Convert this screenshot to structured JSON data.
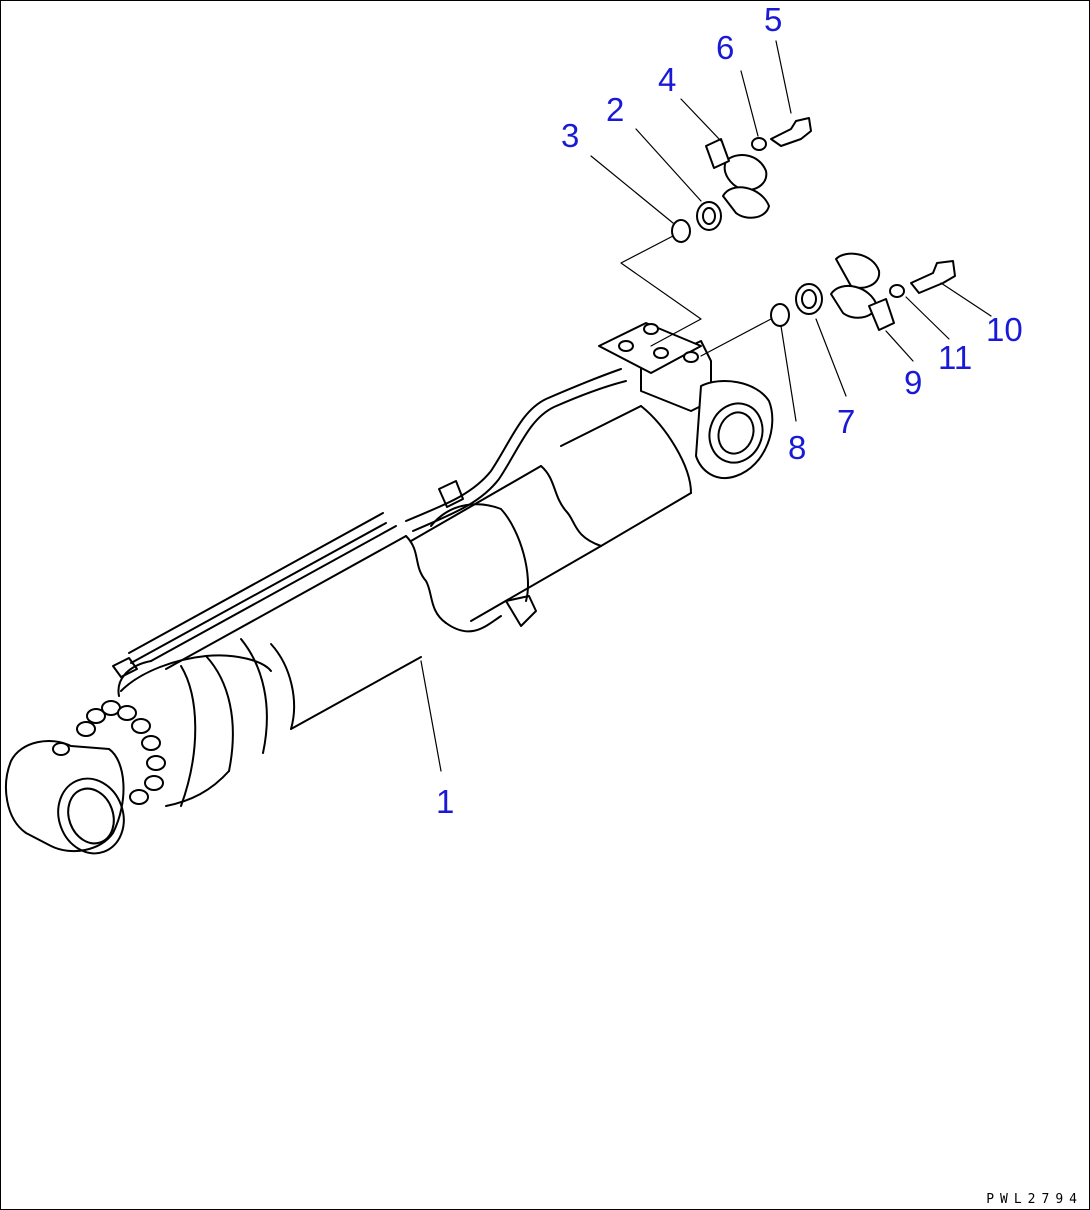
{
  "callouts": [
    {
      "id": "1",
      "text": "1"
    },
    {
      "id": "2",
      "text": "2"
    },
    {
      "id": "3",
      "text": "3"
    },
    {
      "id": "4",
      "text": "4"
    },
    {
      "id": "5",
      "text": "5"
    },
    {
      "id": "6",
      "text": "6"
    },
    {
      "id": "7",
      "text": "7"
    },
    {
      "id": "8",
      "text": "8"
    },
    {
      "id": "9",
      "text": "9"
    },
    {
      "id": "10",
      "text": "10"
    },
    {
      "id": "11",
      "text": "11"
    }
  ],
  "drawing_code": "PWL2794",
  "colors": {
    "callout": "#1a1ad6",
    "linework": "#000000",
    "background": "#ffffff"
  }
}
